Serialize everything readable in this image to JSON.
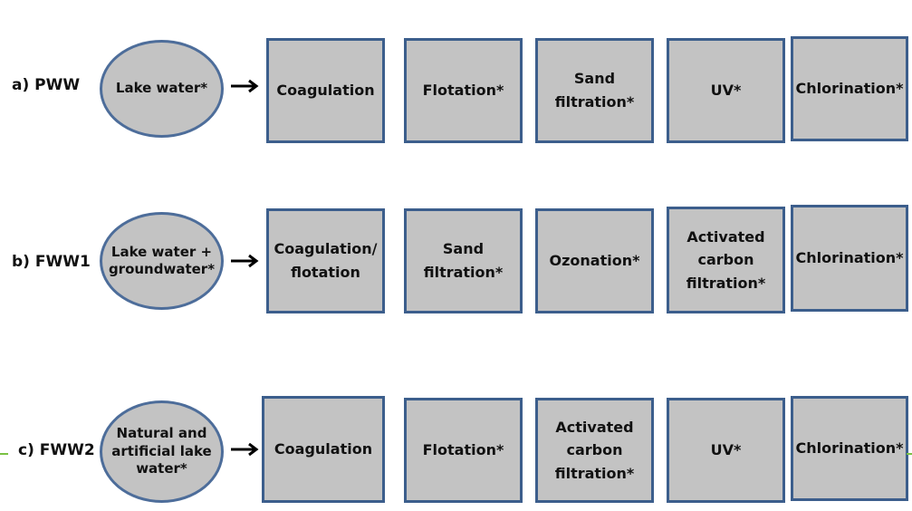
{
  "rows": [
    {
      "label": "a) PWW",
      "source": "Lake water*",
      "steps": [
        "Coagulation",
        "Flotation*",
        "Sand\nfiltration*",
        "UV*",
        "Chlorination*"
      ]
    },
    {
      "label": "b) FWW1",
      "source": "Lake water +\ngroundwater*",
      "steps": [
        "Coagulation/\nflotation",
        "Sand\nfiltration*",
        "Ozonation*",
        "Activated\ncarbon\nfiltration*",
        "Chlorination*"
      ]
    },
    {
      "label": "c) FWW2",
      "source": "Natural and\nartificial lake\nwater*",
      "steps": [
        "Coagulation",
        "Flotation*",
        "Activated\ncarbon\nfiltration*",
        "UV*",
        "Chlorination*"
      ]
    }
  ],
  "colors": {
    "box_fill": "#c3c3c3",
    "box_border": "#3c5e8c",
    "accent_green": "#7ac143"
  }
}
